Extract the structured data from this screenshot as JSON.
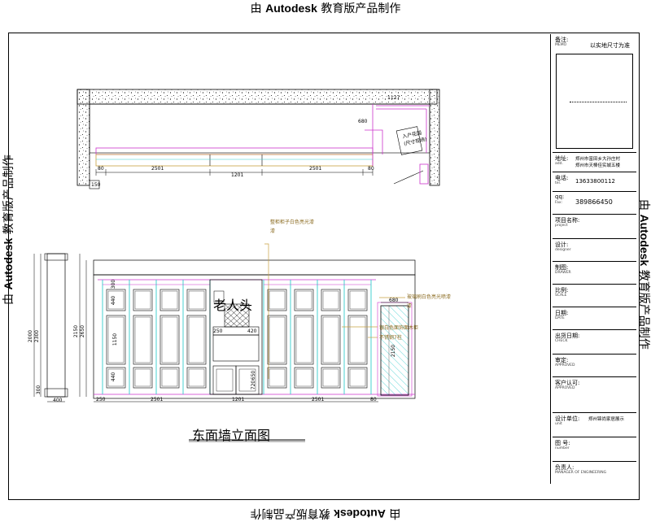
{
  "watermark": {
    "prefix": "由",
    "brand": "Autodesk",
    "suffix": "教育版产品制作"
  },
  "plan": {
    "wall_label_lines": [
      "入户花园",
      "(尺寸现场)"
    ],
    "dims_bottom": [
      "80",
      "2501",
      "1201",
      "2501",
      "80"
    ],
    "dim_side": "680",
    "dim_top": "1127",
    "dim_left": "150"
  },
  "elevation": {
    "title": "东面墙立面图",
    "sign": "老人头",
    "dims_bottom": [
      "400",
      "250",
      "2501",
      "1201",
      "2501",
      "80"
    ],
    "dims_left": [
      "2000",
      "2300",
      "300",
      "2150",
      "2650"
    ],
    "dims_left_panel": [
      "440",
      "1150",
      "440",
      "300"
    ],
    "dims_mid": [
      "250",
      "420"
    ],
    "dims_right": [
      "2150"
    ],
    "dim_door_top": "680",
    "dims_inner": [
      "650",
      "720"
    ],
    "notes": [
      "整柜柜子白色亮光漆",
      "漆",
      "玻璃刷白色亮光喷漆",
      "漆",
      "银白色面饰面木柜",
      "不锈钢7柱"
    ]
  },
  "title_block": {
    "memo_label": "备注:",
    "memo_sub": "MEMO",
    "memo_value": "以实地尺寸为准",
    "address_label": "地址:",
    "address_sub": "add.",
    "address_lines": [
      "郑州市富田乡大孙庄村",
      "郑州市天棒佳实城五楼"
    ],
    "tel_label": "电话:",
    "tel_sub": "tel.",
    "tel_value": "13633800112",
    "qq_label": "qq:",
    "qq_sub": "Fax:",
    "qq_value": "389866450",
    "project_label": "项目名称:",
    "project_sub": "project",
    "designer_label": "设计:",
    "designer_sub": "designer",
    "drawer_label": "制图:",
    "drawer_sub": "DRAWER",
    "scale_label": "比例:",
    "scale_sub": "SCALE",
    "date_label": "日期:",
    "date_sub": "DATE",
    "check_label": "出货日期:",
    "check_sub": "CHECK",
    "approved1_label": "审定:",
    "approved1_sub": "APPROVED",
    "approved2_label": "客户认可:",
    "approved2_sub": "APPROVED",
    "unit_label": "设计单位:",
    "unit_sub": "unit",
    "unit_value": "郑州锦尚家居展示",
    "number_label": "图 号:",
    "number_sub": "number",
    "manager_label": "负责人:",
    "manager_sub": "MANAGER OF ENGINEERING"
  },
  "colors": {
    "line": "#000000",
    "magenta": "#cc33cc",
    "cyan": "#33cccc",
    "gold": "#c8a040"
  }
}
